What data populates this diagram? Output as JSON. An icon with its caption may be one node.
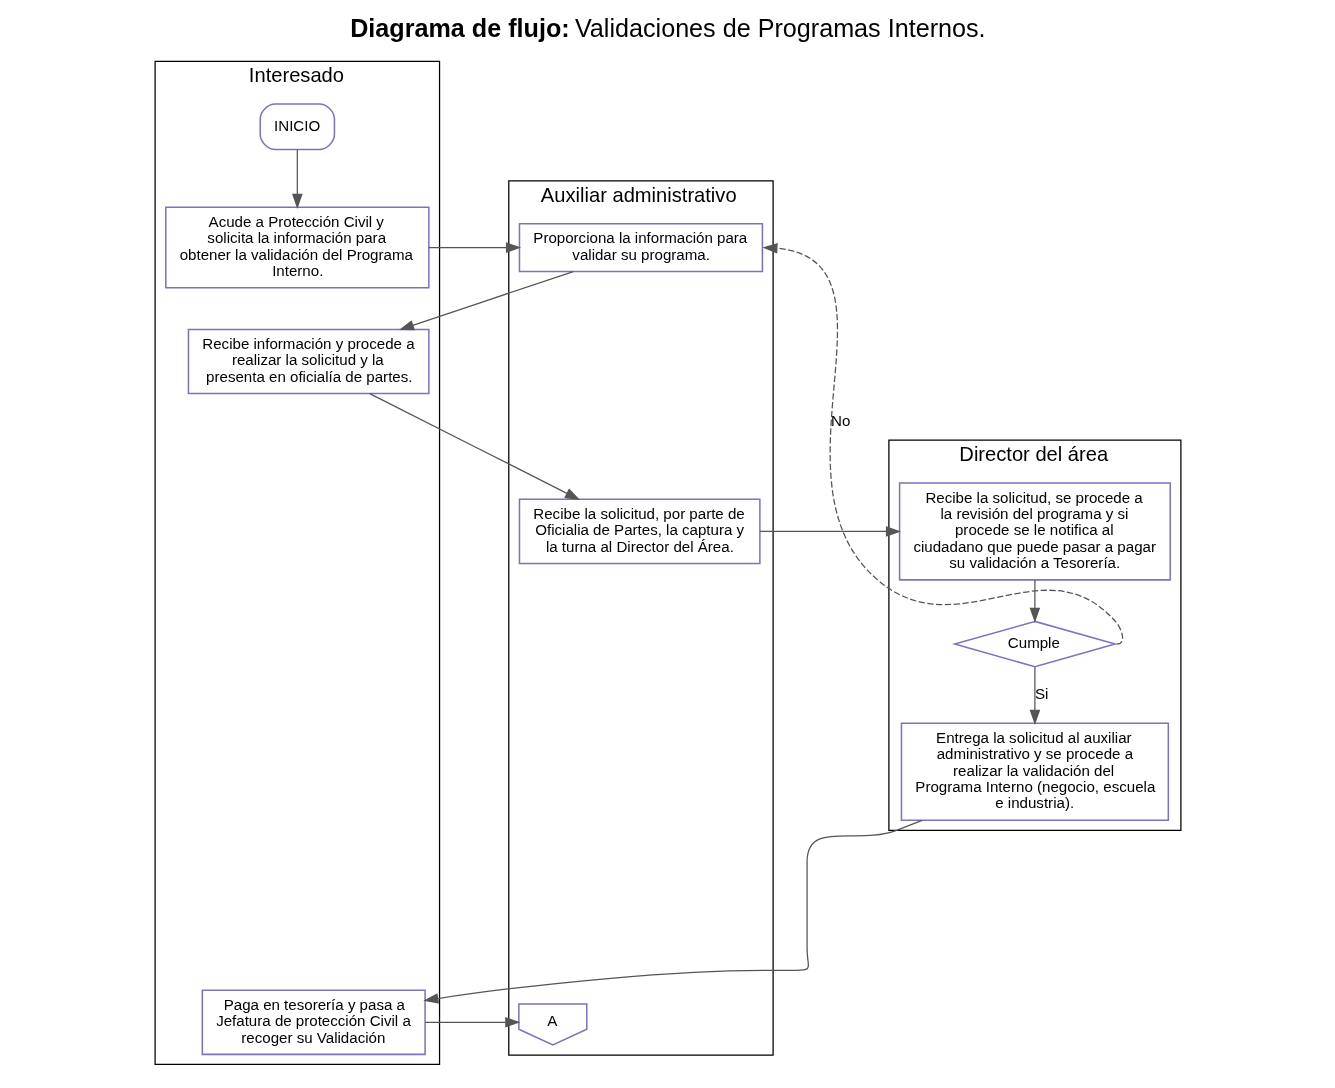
{
  "diagram": {
    "title": "**Diagrama de flujo:** Validaciones de Programas Internos.",
    "nodes": [
      {
        "text": [
          "Interesado"
        ]
      },
      {
        "text": [
          "Auxiliar administrativo"
        ]
      },
      {
        "text": [
          "Director del área"
        ]
      },
      {
        "text": [
          "INICIO"
        ],
        "in": 0
      },
      {
        "text": [
          "Acude a Protección Civil y solicita la información para obtener la validación del Programa Interno."
        ],
        "in": 0
      },
      {
        "text": [
          "Proporciona la información para validar su programa."
        ],
        "in": 1
      },
      {
        "text": [
          "Recibe información y procede a realizar la solicitud y la presenta en oficialía de partes."
        ],
        "in": 0
      },
      {
        "text": [
          "Recibe la solicitud, por parte de Oficialia de Partes, la captura y la turna al Director del Área."
        ],
        "in": 1
      },
      {
        "text": [
          "Recibe la solicitud, se procede a la revisión del programa y si procede se le notifica al ciudadano que puede pasar a pagar su validación a Tesorería."
        ],
        "in": 2
      },
      {
        "text": [
          "Cumple"
        ],
        "in": 2
      },
      {
        "text": [
          "Entrega la solicitud al auxiliar administrativo y se procede a realizar la validación del Programa Interno (negocio, escuela e industria)."
        ],
        "in": 2
      },
      {
        "text": [
          "Paga en tesorería y pasa a Jefatura de protección Civil a recoger su Validación"
        ],
        "in": 0
      },
      {
        "text": [
          "A"
        ],
        "in": 1
      }
    ],
    "edges": [
      {
        "from": 3,
        "to": 4,
        "arrow": "to"
      },
      {
        "from": 4,
        "to": 5,
        "arrow": "to"
      },
      {
        "from": 5,
        "to": 6,
        "arrow": "to"
      },
      {
        "from": 6,
        "to": 7,
        "arrow": "to"
      },
      {
        "from": 7,
        "to": 8,
        "arrow": "to"
      },
      {
        "from": 8,
        "to": 9,
        "arrow": "to"
      },
      {
        "from": 9,
        "to": 10,
        "arrow": "to",
        "label": "Si"
      },
      {
        "from": 9,
        "to": 5,
        "arrow": "to",
        "label": "No",
        "style": "dashed"
      },
      {
        "from": 10,
        "to": 11,
        "arrow": "to"
      },
      {
        "from": 11,
        "to": 12,
        "arrow": "to"
      }
    ]
  }
}
